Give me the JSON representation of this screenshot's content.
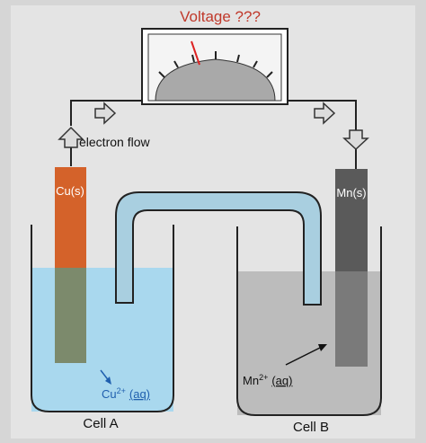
{
  "title": "Voltage ???",
  "electron_flow_label": "electron flow",
  "cell_a": {
    "label": "Cell A",
    "electrode_label": "Cu(s)",
    "ion_label_main": "Cu",
    "ion_label_sup": "2+",
    "ion_label_phase": "(aq)",
    "electrode_color": "#d4622a",
    "solution_color": "#a9d8ee"
  },
  "cell_b": {
    "label": "Cell B",
    "electrode_label": "Mn(s)",
    "ion_label_main": "Mn",
    "ion_label_sup": "2+",
    "ion_label_phase": "(aq)",
    "electrode_color": "#5a5a5a",
    "solution_color": "#bcbcbc"
  },
  "colors": {
    "title": "#c0392b",
    "salt_bridge": "#a9cfe0",
    "meter_face": "#a9a9a9",
    "wire": "#222222",
    "arrow_fill": "#d9d9d9",
    "ion_arrow_a": "#1f5fae",
    "ion_label_a": "#1f5fae"
  },
  "icons": {
    "flow_arrow": "right-arrow-icon",
    "down_arrow": "down-arrow-icon",
    "up_arrow": "up-arrow-icon",
    "needle": "meter-needle-icon"
  }
}
